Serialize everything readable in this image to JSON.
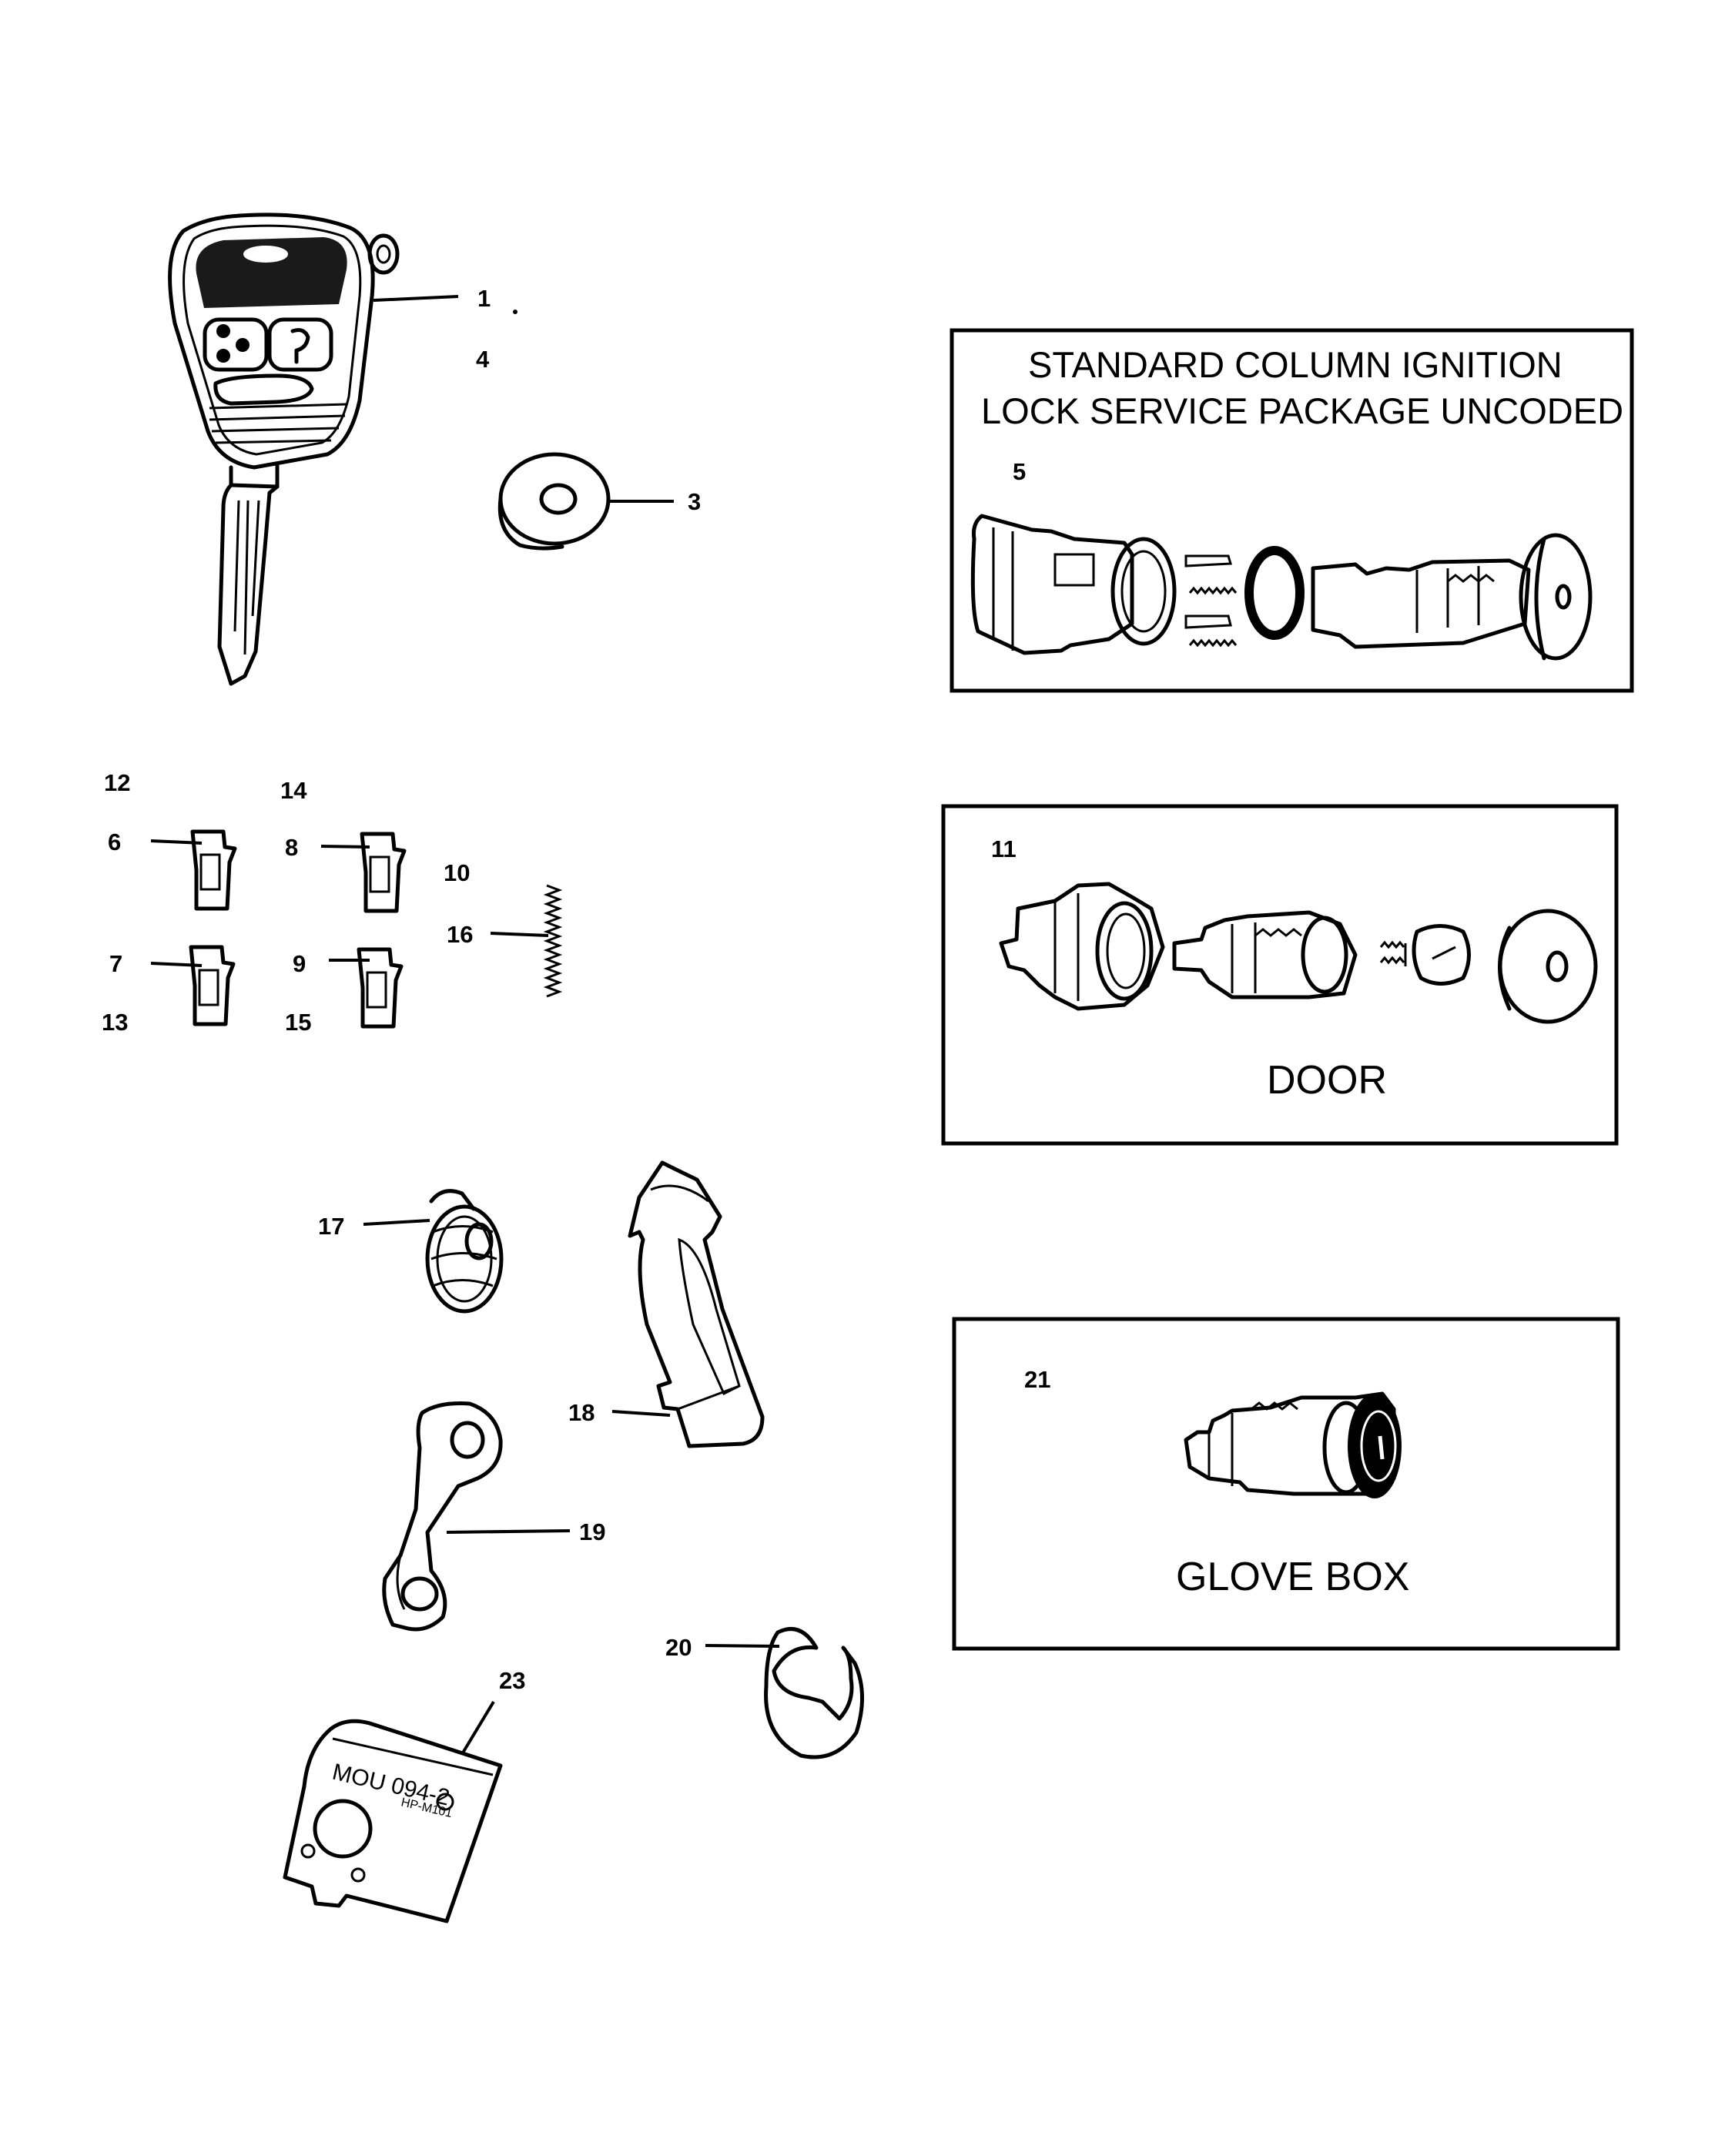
{
  "callouts": {
    "c1": "1",
    "c3": "3",
    "c4": "4",
    "c5": "5",
    "c6": "6",
    "c7": "7",
    "c8": "8",
    "c9": "9",
    "c10": "10",
    "c11": "11",
    "c12": "12",
    "c13": "13",
    "c14": "14",
    "c15": "15",
    "c16": "16",
    "c17": "17",
    "c18": "18",
    "c19": "19",
    "c20": "20",
    "c21": "21",
    "c23": "23"
  },
  "boxes": {
    "ignition": {
      "line1": "STANDARD COLUMN IGNITION",
      "line2": "LOCK SERVICE PACKAGE UNCODED"
    },
    "door": {
      "label": "DOOR"
    },
    "glovebox": {
      "label": "GLOVE BOX"
    }
  },
  "part_marking": {
    "line1": "MOU 094-2",
    "line2": "HP-M101"
  }
}
